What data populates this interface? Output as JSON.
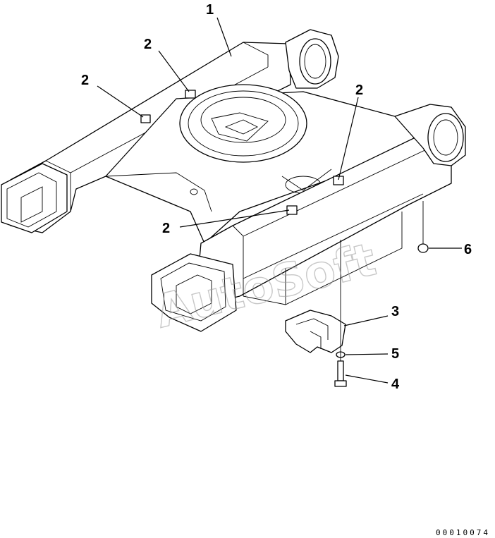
{
  "diagram": {
    "callouts": {
      "c1": "1",
      "c2a": "2",
      "c2b": "2",
      "c2c": "2",
      "c2d": "2",
      "c3": "3",
      "c4": "4",
      "c5": "5",
      "c6": "6"
    },
    "watermark": "AutoSoft",
    "catalog_number": "00010074"
  }
}
